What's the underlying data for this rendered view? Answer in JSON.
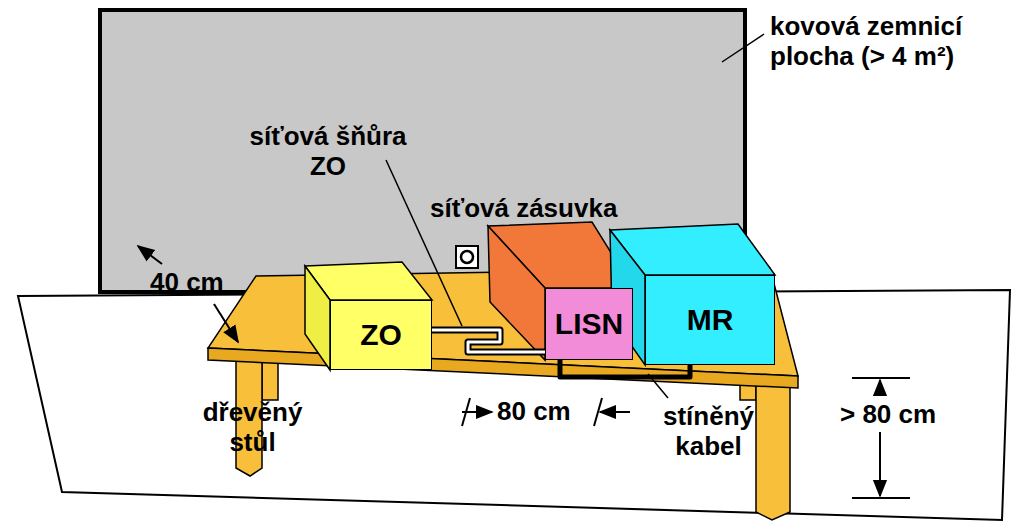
{
  "diagram": {
    "nodes": [
      {
        "text": [
          "ZO"
        ]
      },
      {
        "text": [
          "LISN"
        ]
      },
      {
        "text": [
          "MR"
        ]
      }
    ],
    "edges": [
      {
        "from": 0,
        "to": 1,
        "arrow": "none"
      },
      {
        "from": 1,
        "to": 2,
        "arrow": "none"
      }
    ],
    "labels": [
      "kovová zemnicí plocha (> 4 m²)",
      "síťová šňůra ZO",
      "síťová zásuvka",
      "40 cm",
      "dřevěný stůl",
      "80 cm",
      "stíněný kabel",
      "> 80 cm"
    ]
  }
}
